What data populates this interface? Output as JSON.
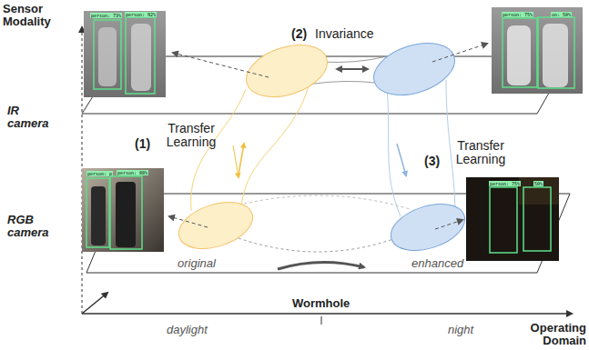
{
  "diagram": {
    "labels": [
      "Sensor Modality",
      "IR camera",
      "RGB camera",
      "(2)",
      "Invariance",
      "(1)",
      "Transfer Learning",
      "(3)",
      "Transfer Learning",
      "original",
      "enhanced",
      "Wormhole",
      "daylight",
      "night",
      "Operating Domain",
      "person: 73%",
      "person: 92%",
      "person: 75%",
      "on: 50%",
      "person: p",
      "person: 88%",
      "person: 75%",
      "50%"
    ]
  }
}
